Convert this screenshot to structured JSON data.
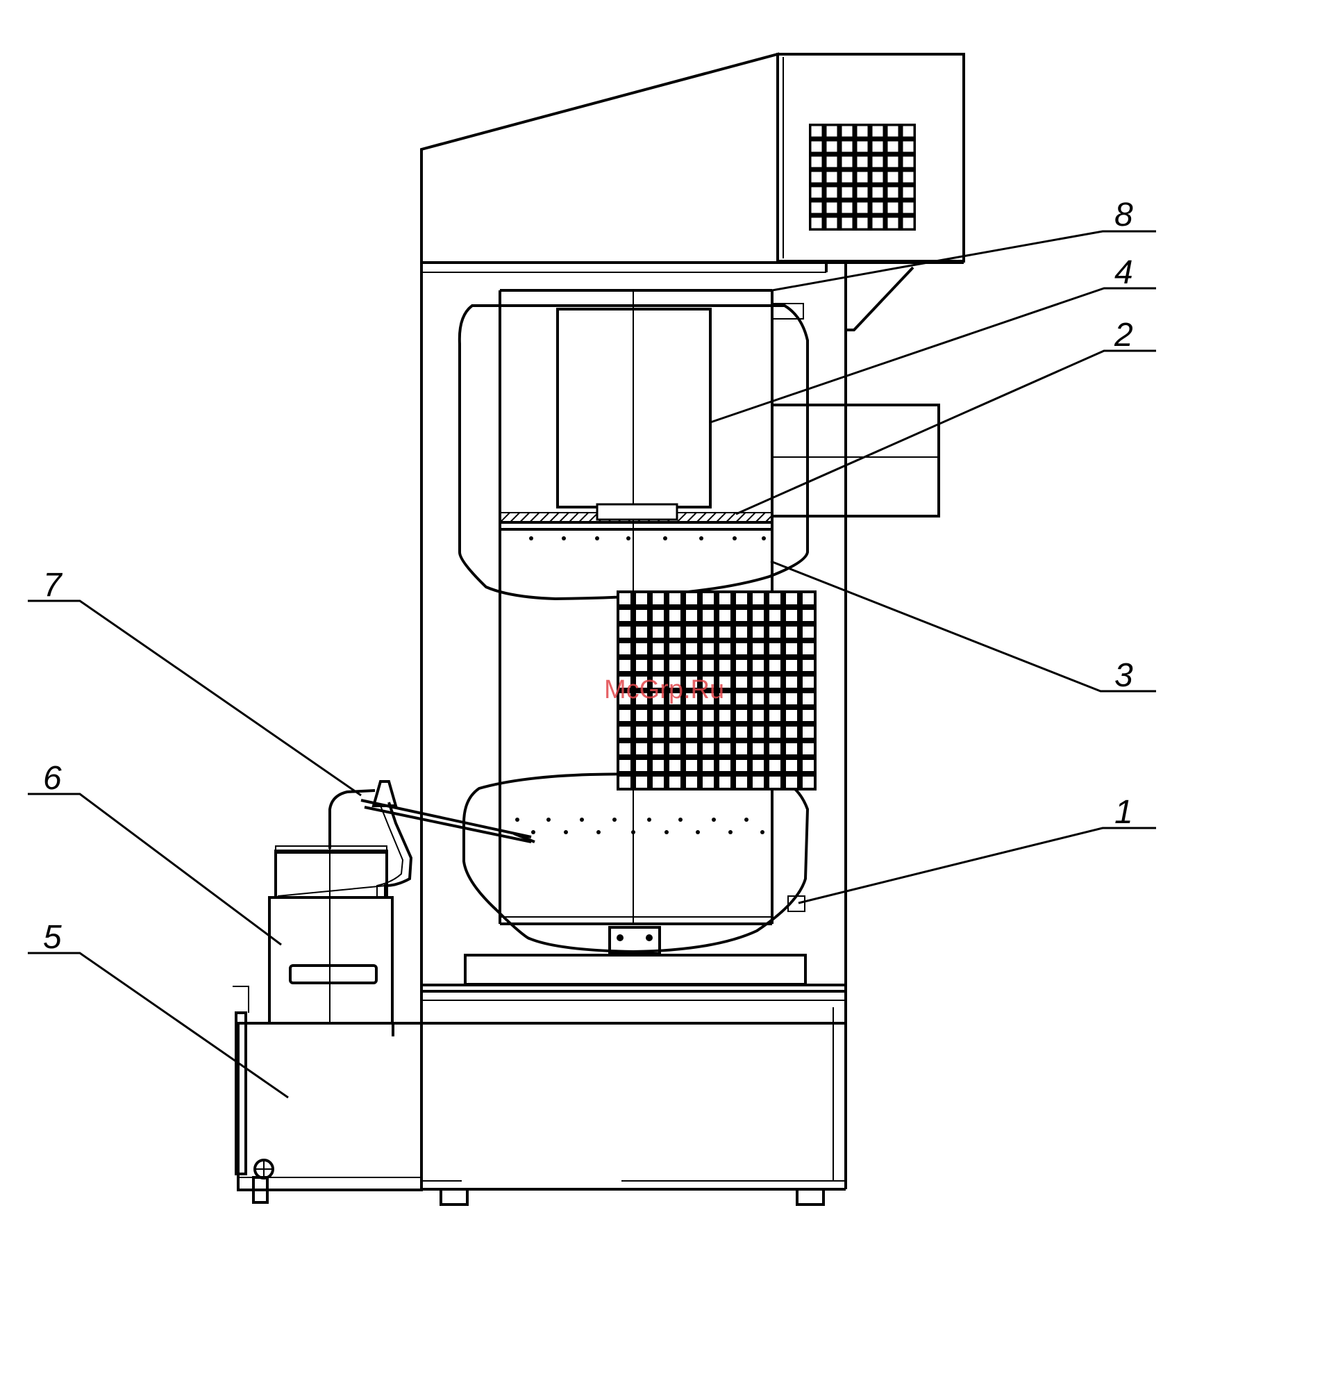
{
  "watermark": "McGrp.Ru",
  "callouts": {
    "c1": "1",
    "c2": "2",
    "c3": "3",
    "c4": "4",
    "c5": "5",
    "c6": "6",
    "c7": "7",
    "c8": "8"
  },
  "colors": {
    "line": "#000000",
    "background": "#ffffff",
    "watermark": "#e0454a"
  }
}
